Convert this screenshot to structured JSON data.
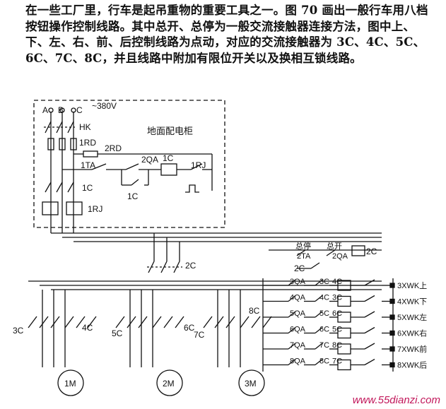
{
  "intro_text": "在一些工厂里，行车是起吊重物的重要工具之一。图 70 画出一般行车用八档按钮操作控制线路。其中总开、总停为一般交流接触器连接方法，图中上、下、左、右、前、后控制线路为点动，对应的交流接触器为 3C、4C、5C、6C、7C、8C，并且线路中附加有限位开关以及换相互锁线路。",
  "labels": {
    "phase_a": "A",
    "phase_b": "B",
    "phase_c": "C",
    "voltage": "~380V",
    "hk": "HK",
    "fuse_1rd": "1RD",
    "fuse_2rd": "2RD",
    "cabinet": "地面配电柜",
    "btn_1ta": "1TA",
    "btn_2qa": "2QA",
    "coil_1c": "1C",
    "relay_1rj": "1RJ",
    "contact_1c_main": "1C",
    "contact_1c_aux": "1C",
    "thermal_1rj": "1RJ",
    "contact_2c": "2C",
    "total_stop": "总停",
    "total_start": "总开",
    "btn_2ta": "2TA",
    "btn_2qa_r": "2QA",
    "coil_2c": "2C",
    "contact_2c_b": "2C",
    "contact_3c": "3C",
    "contact_4c": "4C",
    "contact_5c": "5C",
    "contact_6c": "6C",
    "contact_7c": "7C",
    "contact_8c": "8C",
    "motor_1m": "1M",
    "motor_2m": "2M",
    "motor_3m": "3M"
  },
  "ladder_rows": [
    {
      "button": "3QA",
      "interlock": "3C",
      "coil": "4C",
      "limit": "3XWK上"
    },
    {
      "button": "4QA",
      "interlock": "4C",
      "coil": "3C",
      "limit": "4XWK下"
    },
    {
      "button": "5QA",
      "interlock": "5C",
      "coil": "6C",
      "limit": "5XWK左"
    },
    {
      "button": "6QA",
      "interlock": "6C",
      "coil": "5C",
      "limit": "6XWK右"
    },
    {
      "button": "7QA",
      "interlock": "7C",
      "coil": "8C",
      "limit": "7XWK前"
    },
    {
      "button": "8QA",
      "interlock": "8C",
      "coil": "7C",
      "limit": "8XWK后"
    }
  ],
  "watermark": "www.55dianzi.com",
  "colors": {
    "ink": "#111111",
    "watermark": "#c2185b"
  }
}
